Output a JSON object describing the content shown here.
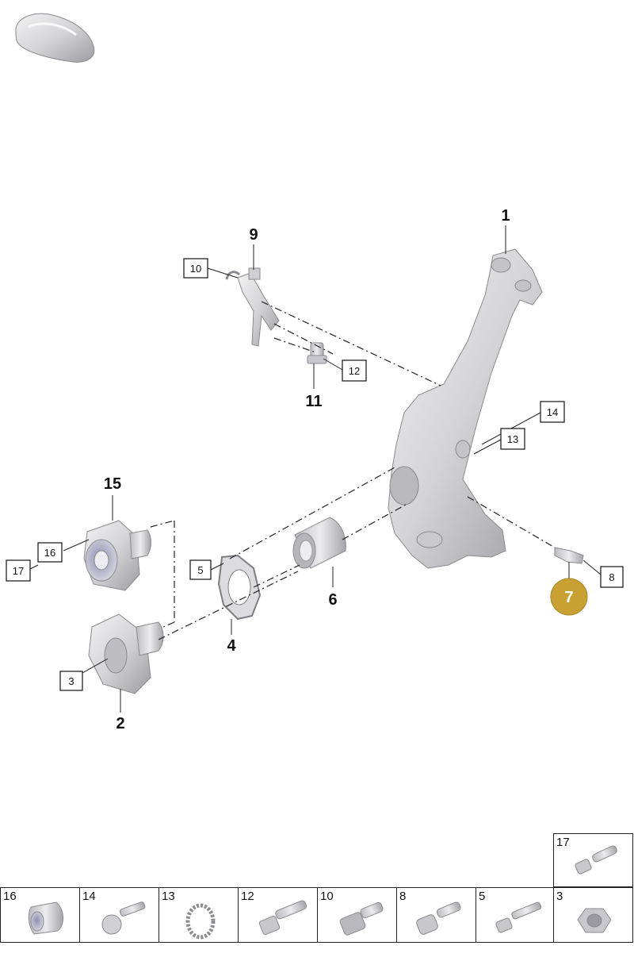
{
  "diagram": {
    "callouts_bold": [
      "1",
      "2",
      "4",
      "6",
      "9",
      "11",
      "15"
    ],
    "callouts_boxed": [
      "3",
      "5",
      "8",
      "10",
      "12",
      "13",
      "14",
      "16",
      "17"
    ],
    "highlight": {
      "label": "7",
      "color": "#c9a032"
    }
  },
  "parts_table": {
    "top_cell": "17",
    "row": [
      "16",
      "14",
      "13",
      "12",
      "10",
      "8",
      "5",
      "3"
    ]
  },
  "colors": {
    "part_fill": "#d9d9db",
    "part_shade": "#a9a9ad",
    "line": "#222222"
  }
}
